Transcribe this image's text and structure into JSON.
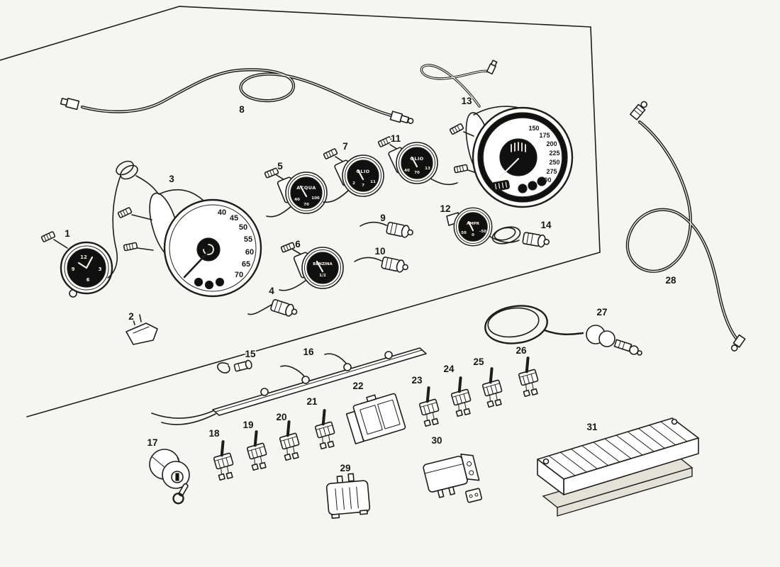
{
  "colors": {
    "ink": "#1d1d1b",
    "paper": "#f5f5f1",
    "gauge_face": "#101010"
  },
  "parts": [
    "1",
    "2",
    "3",
    "4",
    "5",
    "6",
    "7",
    "8",
    "9",
    "10",
    "11",
    "12",
    "13",
    "14",
    "15",
    "16",
    "17",
    "18",
    "19",
    "20",
    "21",
    "22",
    "23",
    "24",
    "25",
    "26",
    "27",
    "28",
    "29",
    "30",
    "31"
  ],
  "gauges": {
    "clock": {
      "ticks": [
        "12",
        "3",
        "6",
        "9"
      ]
    },
    "speedometer": {
      "ticks": [
        "40",
        "45",
        "50",
        "55",
        "60",
        "65",
        "70"
      ]
    },
    "tachometer": {
      "ticks": [
        "150",
        "175",
        "200",
        "225",
        "250",
        "275",
        "300"
      ]
    },
    "water": {
      "label": "ACQUA",
      "ticks": [
        "40",
        "100",
        "70"
      ]
    },
    "fuel": {
      "label": "BENZINA",
      "ticks": [
        "1/2"
      ]
    },
    "oil_pressure": {
      "label": "OLIO",
      "ticks": [
        "2",
        "7",
        "11"
      ]
    },
    "oil_temp": {
      "label": "OLIO",
      "ticks": [
        "40",
        "70",
        "13"
      ]
    },
    "ammeter": {
      "label": "AMPR",
      "ticks": [
        "50",
        "0",
        "-50"
      ]
    }
  }
}
